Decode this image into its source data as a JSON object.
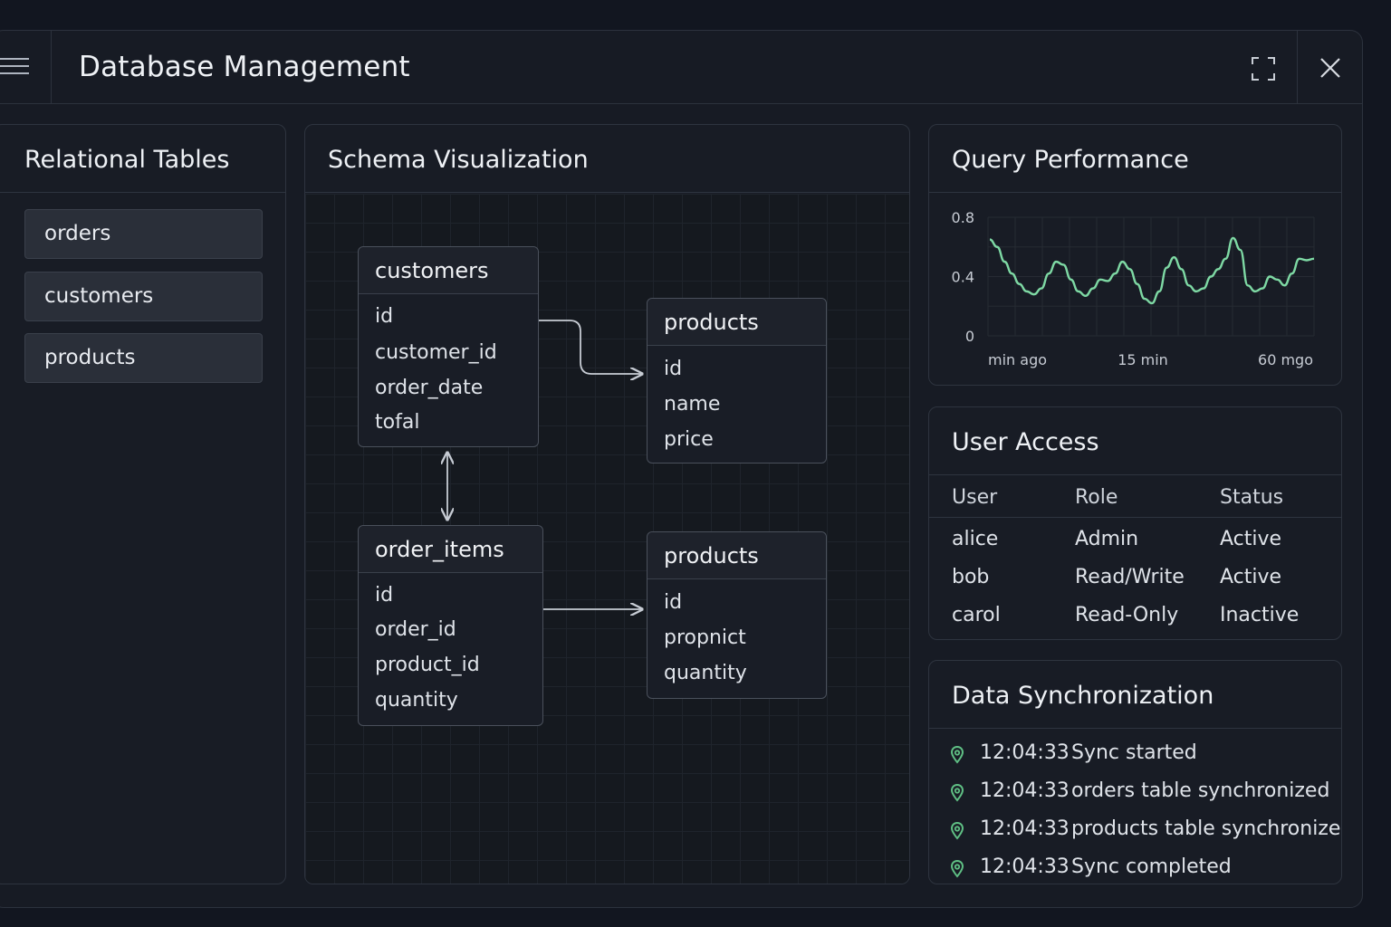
{
  "window": {
    "title": "Database Management"
  },
  "tables_panel": {
    "title": "Relational Tables",
    "items": [
      "orders",
      "customers",
      "products"
    ]
  },
  "schema_panel": {
    "title": "Schema Visualization",
    "entities": [
      {
        "name": "customers",
        "fields": [
          "id",
          "customer_id",
          "order_date",
          "tofal"
        ]
      },
      {
        "name": "products",
        "fields": [
          "id",
          "name",
          "price"
        ]
      },
      {
        "name": "order_items",
        "fields": [
          "id",
          "order_id",
          "product_id",
          "quantity"
        ]
      },
      {
        "name": "products",
        "fields": [
          "id",
          "propnict",
          "quantity"
        ]
      }
    ]
  },
  "query_panel": {
    "title": "Query Performance",
    "chart_data": {
      "type": "line",
      "y_ticks": [
        "0.8",
        "0.4",
        "0"
      ],
      "x_ticks": [
        "min ago",
        "15 min",
        "60 mgo"
      ],
      "ylim": [
        0,
        0.8
      ],
      "color": "#7ed9a4",
      "values": [
        0.65,
        0.6,
        0.5,
        0.42,
        0.35,
        0.3,
        0.28,
        0.32,
        0.42,
        0.5,
        0.48,
        0.38,
        0.3,
        0.27,
        0.32,
        0.38,
        0.37,
        0.42,
        0.5,
        0.45,
        0.35,
        0.25,
        0.22,
        0.3,
        0.46,
        0.53,
        0.45,
        0.34,
        0.3,
        0.32,
        0.4,
        0.45,
        0.52,
        0.66,
        0.58,
        0.34,
        0.3,
        0.32,
        0.4,
        0.38,
        0.34,
        0.42,
        0.52,
        0.51,
        0.52
      ]
    }
  },
  "access_panel": {
    "title": "User Access",
    "headers": [
      "User",
      "Role",
      "Status"
    ],
    "rows": [
      [
        "alice",
        "Admin",
        "Active"
      ],
      [
        "bob",
        "Read/Write",
        "Active"
      ],
      [
        "carol",
        "Read-Only",
        "Inactive"
      ]
    ]
  },
  "sync_panel": {
    "title": "Data Synchronization",
    "icon_color": "#5fbf84",
    "events": [
      {
        "time": "12:04:33",
        "message": "Sync started"
      },
      {
        "time": "12:04:33",
        "message": "orders table synchronized"
      },
      {
        "time": "12:04:33",
        "message": "products table synchronized"
      },
      {
        "time": "12:04:33",
        "message": "Sync completed"
      }
    ]
  }
}
